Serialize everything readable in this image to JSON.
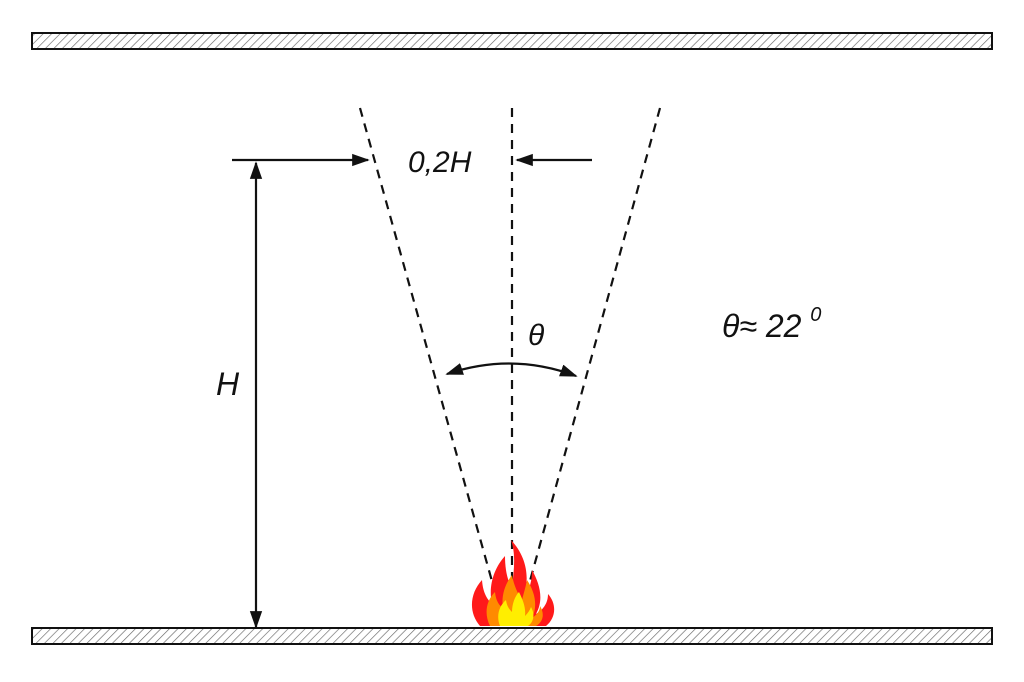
{
  "labels": {
    "width_label": "0,2H",
    "height_label": "H",
    "angle_symbol": "θ",
    "angle_value": "θ≈ 22",
    "angle_unit": "0"
  },
  "colors": {
    "line": "#111111",
    "hatch": "#555555",
    "flame_outer": "#ff1a1a",
    "flame_middle": "#ff8a00",
    "flame_inner": "#ffee00"
  }
}
